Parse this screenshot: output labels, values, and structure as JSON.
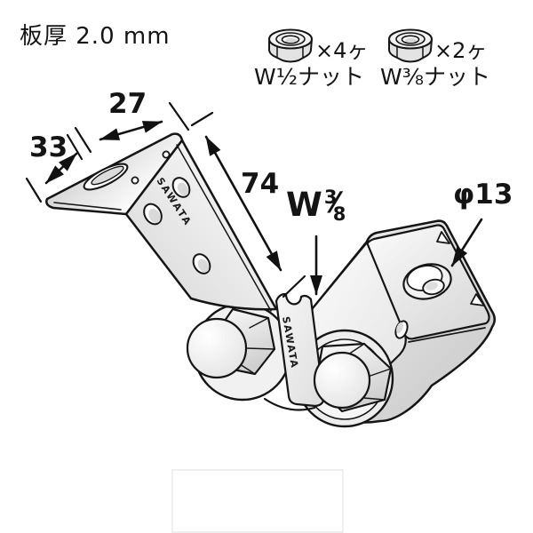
{
  "figure": {
    "plate_thickness_label": "板厚 2.0 mm",
    "brand": "SAWATA",
    "dimensions": {
      "top_width": "27",
      "side_width": "33",
      "arm_length": "74"
    },
    "callouts": {
      "thread": {
        "base": "W",
        "numerator": "3",
        "slash": "⁄",
        "denominator": "8"
      },
      "hole_diameter": "φ13"
    },
    "parts": [
      {
        "icon": "hex-nut-icon",
        "count": "×4ヶ",
        "name": "W½ナット"
      },
      {
        "icon": "hex-nut-icon",
        "count": "×2ヶ",
        "name": "W⅜ナット"
      }
    ],
    "colors": {
      "line": "#151515",
      "background": "#ffffff",
      "shade_light": "#ececec",
      "shade_mid": "#d9d9d9"
    }
  }
}
